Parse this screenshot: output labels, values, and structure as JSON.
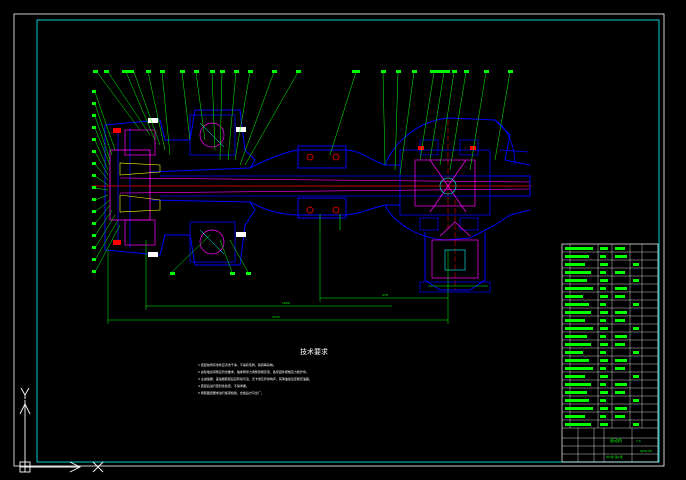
{
  "drawing": {
    "tech_req_title": "技术要求",
    "tech_req_lines": [
      "1 装配前所有零件应清洗干净，不得有毛刺、铁屑等杂物。",
      "2 齿轮啮合间隙应符合要求，轴承预紧力调整到规定值，各紧固件按规定力矩拧紧。",
      "3 主减速器、差速器装配后应转动灵活，无卡滞及异常响声，润滑油加注至规定油面。",
      "4 装配后进行密封性检查，不得渗漏。",
      "5 按照图纸要求进行各项检验，合格后方可出厂。"
    ],
    "dimensions": [
      "1690",
      "2235",
      "478"
    ],
    "titleblock": {
      "assembly_name": "驱动桥",
      "drawing_no": "QDQ-00",
      "scale_label": "1:5",
      "sheet": "共1张 第1张"
    }
  },
  "ucs": {
    "x_label": "X",
    "y_label": "Y"
  },
  "colors": {
    "frame": "#00ffff",
    "outline": "#0000ff",
    "leader": "#00ff00",
    "centerline": "#ff0000",
    "text": "#ffffff"
  }
}
